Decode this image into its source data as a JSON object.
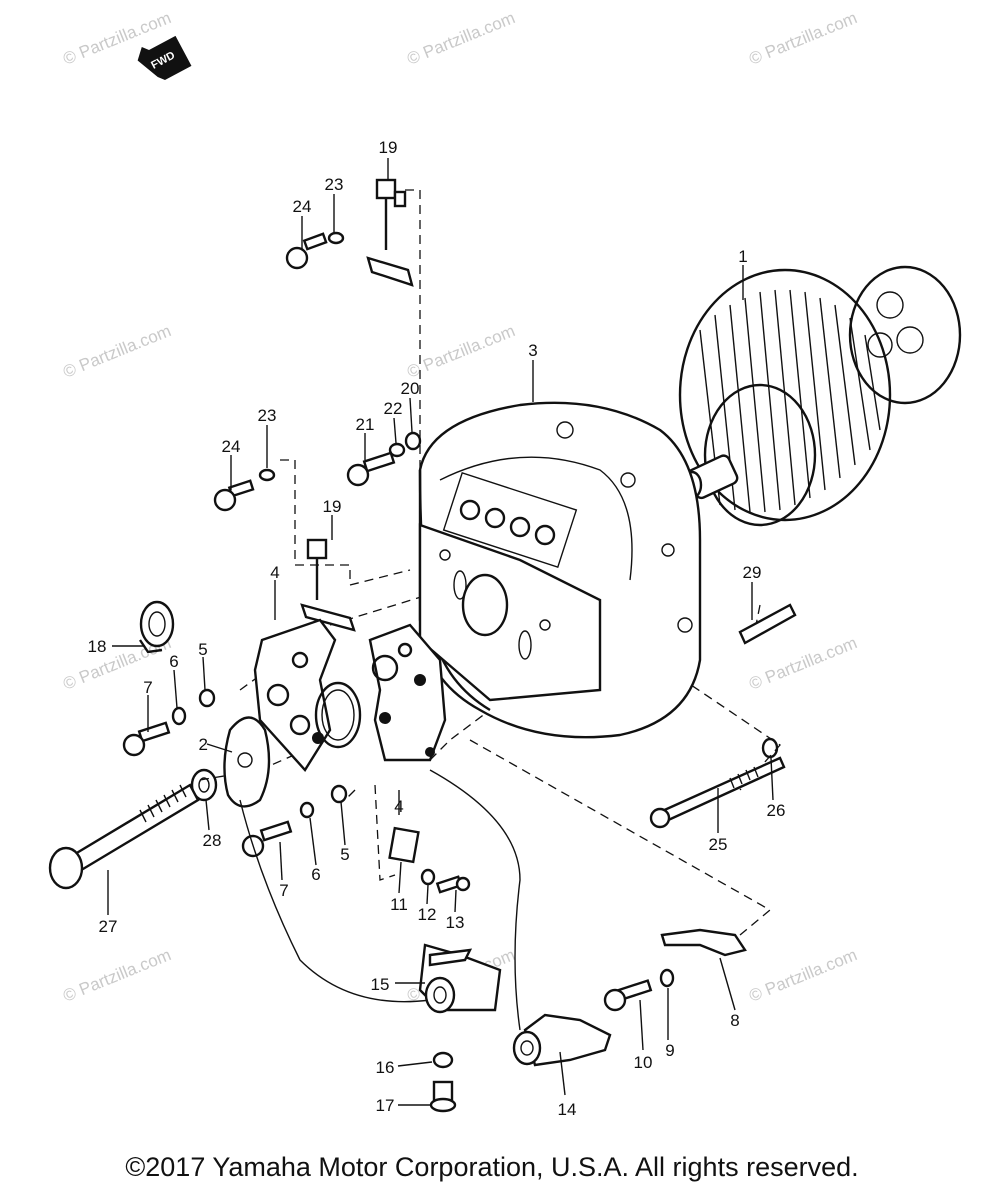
{
  "forward_marker": "FWD",
  "watermark_text": "© Partzilla.com",
  "copyright": "©2017  Yamaha Motor Corporation, U.S.A. All rights reserved.",
  "callouts": [
    {
      "id": "c1",
      "label": "1"
    },
    {
      "id": "c2",
      "label": "2"
    },
    {
      "id": "c3",
      "label": "3"
    },
    {
      "id": "c4a",
      "label": "4"
    },
    {
      "id": "c4b",
      "label": "4"
    },
    {
      "id": "c5a",
      "label": "5"
    },
    {
      "id": "c5b",
      "label": "5"
    },
    {
      "id": "c6a",
      "label": "6"
    },
    {
      "id": "c6b",
      "label": "6"
    },
    {
      "id": "c7a",
      "label": "7"
    },
    {
      "id": "c7b",
      "label": "7"
    },
    {
      "id": "c8",
      "label": "8"
    },
    {
      "id": "c9",
      "label": "9"
    },
    {
      "id": "c10",
      "label": "10"
    },
    {
      "id": "c11",
      "label": "11"
    },
    {
      "id": "c12",
      "label": "12"
    },
    {
      "id": "c13",
      "label": "13"
    },
    {
      "id": "c14",
      "label": "14"
    },
    {
      "id": "c15",
      "label": "15"
    },
    {
      "id": "c16",
      "label": "16"
    },
    {
      "id": "c17",
      "label": "17"
    },
    {
      "id": "c18",
      "label": "18"
    },
    {
      "id": "c19a",
      "label": "19"
    },
    {
      "id": "c19b",
      "label": "19"
    },
    {
      "id": "c20",
      "label": "20"
    },
    {
      "id": "c21",
      "label": "21"
    },
    {
      "id": "c22",
      "label": "22"
    },
    {
      "id": "c23a",
      "label": "23"
    },
    {
      "id": "c23b",
      "label": "23"
    },
    {
      "id": "c24a",
      "label": "24"
    },
    {
      "id": "c24b",
      "label": "24"
    },
    {
      "id": "c25",
      "label": "25"
    },
    {
      "id": "c26",
      "label": "26"
    },
    {
      "id": "c27",
      "label": "27"
    },
    {
      "id": "c28",
      "label": "28"
    },
    {
      "id": "c29",
      "label": "29"
    }
  ]
}
